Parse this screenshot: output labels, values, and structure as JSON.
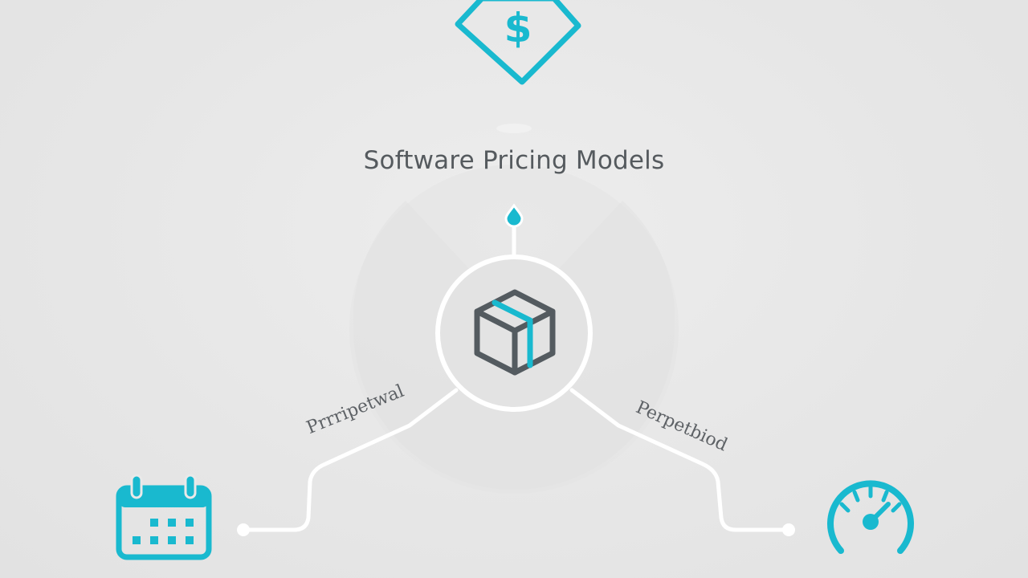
{
  "diagram": {
    "title": "Software Pricing Models",
    "branches": [
      {
        "label": "Prrripetwal",
        "icon": "calendar-icon"
      },
      {
        "label": "Perpetbiod",
        "icon": "speedometer-icon"
      }
    ],
    "center_icon": "box-icon",
    "top_icon": "price-tag-dollar-icon",
    "accent_color": "#19b9cf",
    "icon_gray": "#545b60"
  }
}
